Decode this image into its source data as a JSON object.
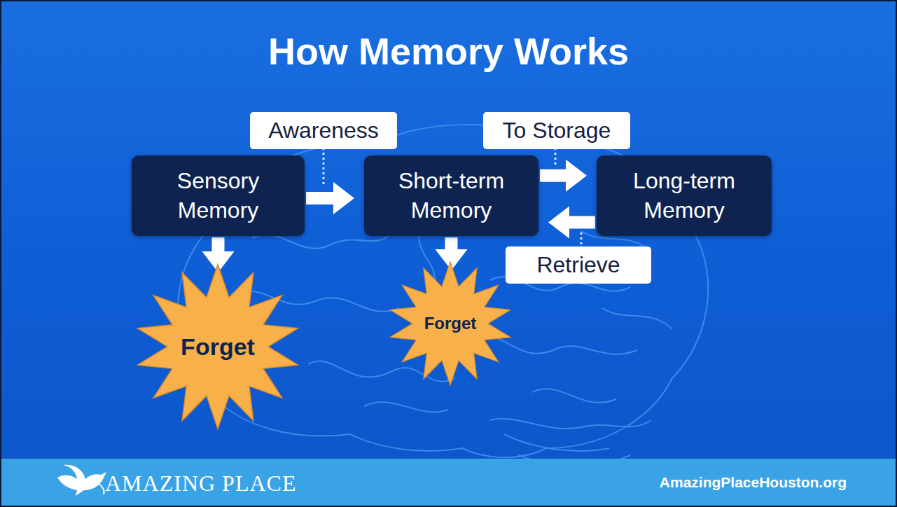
{
  "diagram": {
    "title": "How Memory Works",
    "nodes": [
      {
        "text": [
          "Awareness"
        ]
      },
      {
        "text": [
          "To Storage"
        ]
      },
      {
        "text": [
          "Sensory Memory"
        ]
      },
      {
        "text": [
          "Short-term Memory"
        ]
      },
      {
        "text": [
          "Long-term Memory"
        ]
      },
      {
        "text": [
          "Retrieve"
        ]
      },
      {
        "text": [
          "Forget"
        ]
      },
      {
        "text": [
          "Forget"
        ]
      }
    ],
    "edges": [
      {
        "from": 2,
        "to": 3,
        "arrow": "to"
      },
      {
        "from": 3,
        "to": 4,
        "arrow": "to"
      },
      {
        "from": 4,
        "to": 3,
        "arrow": "to"
      },
      {
        "from": 2,
        "to": 6,
        "arrow": "to"
      },
      {
        "from": 3,
        "to": 7,
        "arrow": "to"
      }
    ],
    "labels": [
      "AMAZING PLACE",
      "AmazingPlaceHouston.org"
    ]
  }
}
